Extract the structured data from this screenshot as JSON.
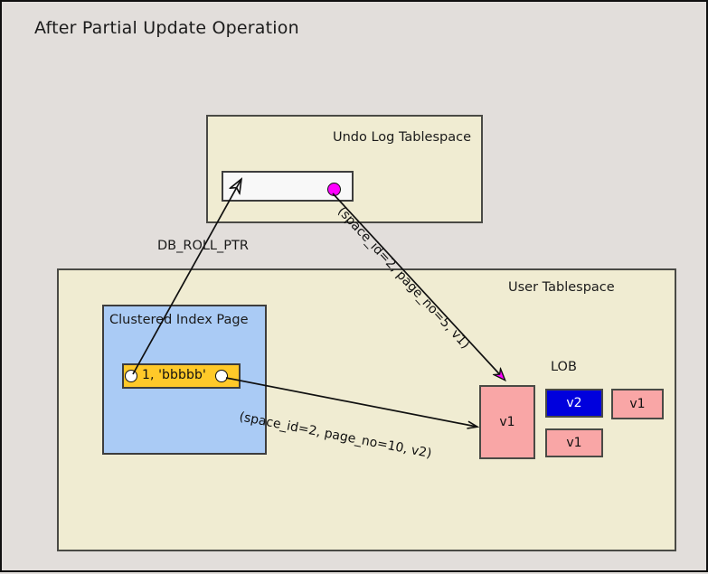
{
  "diagram": {
    "title": "After Partial Update Operation",
    "background_color": "#e2dedb"
  },
  "undo_tablespace": {
    "label": "Undo Log Tablespace",
    "fill_color": "#f0ecd2",
    "undo_record": {
      "name": "undo-log-record",
      "fill_color": "#f8f8f8",
      "roll_pointer_dot_color": "#ff00ff"
    }
  },
  "user_tablespace": {
    "label": "User Tablespace",
    "fill_color": "#f0ecd2",
    "clustered_index_page": {
      "label": "Clustered Index Page",
      "fill_color": "#aacbf5",
      "record": {
        "text": "1, 'bbbbb'",
        "fill_color": "#ffc929",
        "pointer_dot_color": "#ffffff"
      }
    },
    "lob": {
      "label": "LOB",
      "boxes": [
        {
          "name": "lob-main",
          "label": "v1",
          "color": "#f9a6a6",
          "version": "v1"
        },
        {
          "name": "lob-part-new",
          "label": "v2",
          "color": "#0000dd",
          "version": "v2"
        },
        {
          "name": "lob-part-old2",
          "label": "v1",
          "color": "#f9a6a6",
          "version": "v1"
        },
        {
          "name": "lob-part-old3",
          "label": "v1",
          "color": "#f9a6a6",
          "version": "v1"
        }
      ]
    }
  },
  "annotations": {
    "db_roll_ptr": "DB_ROLL_PTR",
    "undo_lob_pointer": "(space_id=2, page_no=5, v1)",
    "record_lob_pointer": "(space_id=2, page_no=10, v2)"
  }
}
